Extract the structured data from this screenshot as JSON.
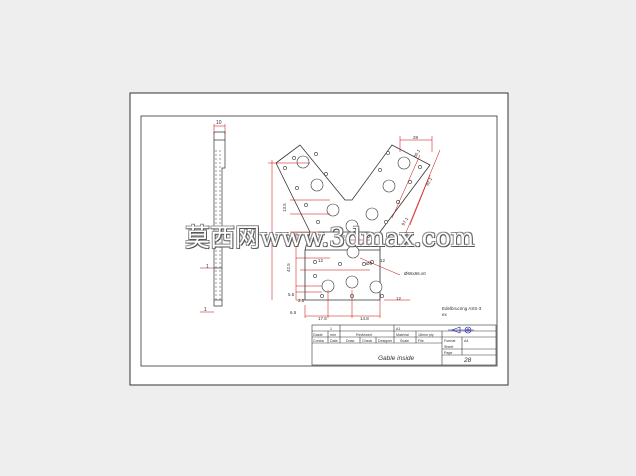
{
  "drawing": {
    "watermark": "莫西网www.3dmax.com",
    "part_name": "Gable inside",
    "sheet_number": "28",
    "note_line1": "Edelbrucring ASS-3",
    "note_line2": "ex",
    "hole_callout": "Ø66x66.x0",
    "dim_top_right": "28",
    "dim_side_top": "10",
    "dim_side_mid": "1",
    "dim_side_bottom": "1",
    "dim_left_upper": "13.5",
    "dim_left_mid": "15",
    "dim_left_lower": "42.5",
    "dim_left_small1": "5.5",
    "dim_left_small2": "2.5",
    "dim_left_small3": "6.5",
    "dim_bottom_left": "17.6",
    "dim_bottom_mid": "14.8",
    "dim_bottom_right": "12",
    "dim_right_a": "82.1",
    "dim_right_b": "97.1",
    "dim_right_c": "60.1",
    "dim_inner_a": "12",
    "dim_inner_b": "12",
    "dim_inner_c": "12",
    "dim_inner_d": "Ø6",
    "dim_inner_e": "12",
    "tb_row1_a": "1",
    "tb_row1_b": "A1",
    "tb_row2_a": "Gaste",
    "tb_row2_b": "mm",
    "tb_row2_c": "Reviewed",
    "tb_row2_d": "Material",
    "tb_row2_e": "18mm ply",
    "tb_row3_a": "Contra",
    "tb_row3_b": "Date",
    "tb_row3_c": "Draw",
    "tb_row3_d": "Check",
    "tb_row3_e": "Designer",
    "tb_row3_f": "Scale",
    "tb_row3_g": "File",
    "tb_right_a": "Format",
    "tb_right_b": "A4",
    "tb_right_c": "Sheet",
    "tb_right_d": "Page"
  }
}
